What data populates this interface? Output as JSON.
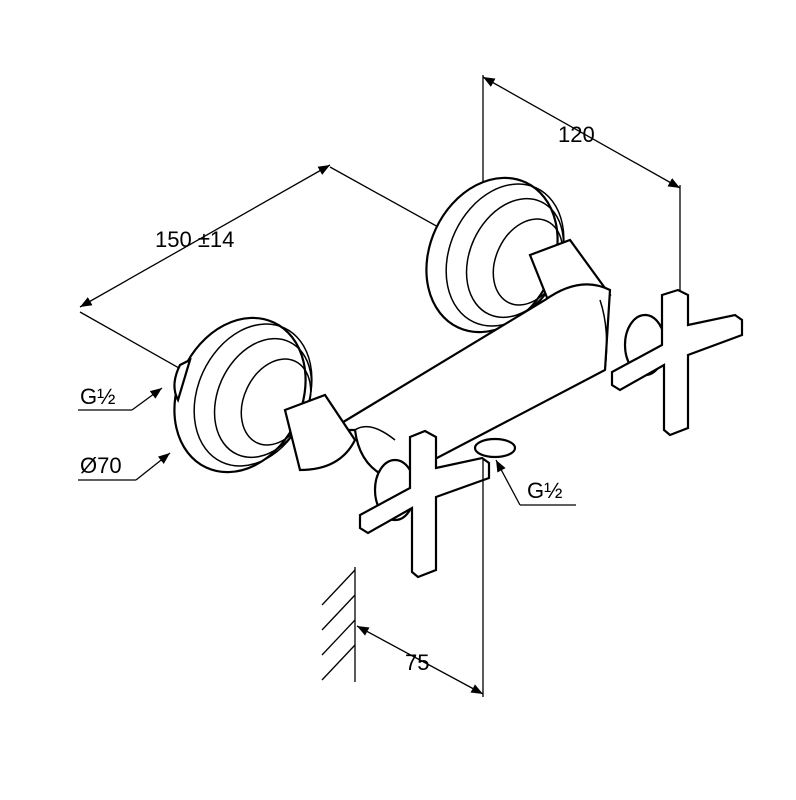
{
  "drawing": {
    "dimensions": {
      "depth_width": "120",
      "center_distance": "150 ±14",
      "thread_left": "G½",
      "flange_diameter": "Ø70",
      "thread_bottom": "G½",
      "projection": "75"
    },
    "colors": {
      "line": "#000000",
      "background": "#ffffff"
    }
  }
}
